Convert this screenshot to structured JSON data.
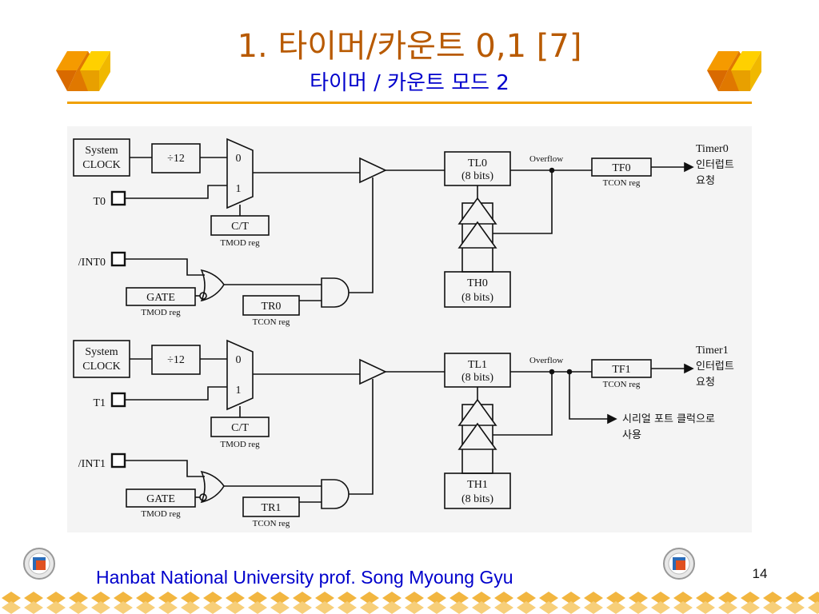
{
  "slide": {
    "title": "1. 타이머/카운트 0,1 [7]",
    "subtitle": "타이머 / 카운트 모드 2",
    "page_number": "14"
  },
  "footer": {
    "text": "Hanbat National University prof. Song Myoung Gyu"
  },
  "colors": {
    "title": "#b85a00",
    "subtitle": "#0000cc",
    "rule": "#f0a000",
    "footer_text": "#0000cc"
  },
  "diagram": {
    "timer0": {
      "clock_label_1": "System",
      "clock_label_2": "CLOCK",
      "divider": "÷12",
      "mux_0": "0",
      "mux_1": "1",
      "pin": "T0",
      "ct": "C/T",
      "ct_reg": "TMOD reg",
      "int_pin": "/INT0",
      "gate": "GATE",
      "gate_reg": "TMOD reg",
      "tr": "TR0",
      "tr_reg": "TCON reg",
      "tl_1": "TL0",
      "tl_2": "(8 bits)",
      "th_1": "TH0",
      "th_2": "(8 bits)",
      "overflow": "Overflow",
      "tf": "TF0",
      "tf_reg": "TCON reg",
      "out_1": "Timer0",
      "out_2": "인터럽트",
      "out_3": "요청"
    },
    "timer1": {
      "clock_label_1": "System",
      "clock_label_2": "CLOCK",
      "divider": "÷12",
      "mux_0": "0",
      "mux_1": "1",
      "pin": "T1",
      "ct": "C/T",
      "ct_reg": "TMOD reg",
      "int_pin": "/INT1",
      "gate": "GATE",
      "gate_reg": "TMOD reg",
      "tr": "TR1",
      "tr_reg": "TCON reg",
      "tl_1": "TL1",
      "tl_2": "(8 bits)",
      "th_1": "TH1",
      "th_2": "(8 bits)",
      "overflow": "Overflow",
      "tf": "TF1",
      "tf_reg": "TCON reg",
      "out_1": "Timer1",
      "out_2": "인터럽트",
      "out_3": "요청",
      "serial_1": "시리얼 포트 클럭으로",
      "serial_2": "사용"
    }
  }
}
